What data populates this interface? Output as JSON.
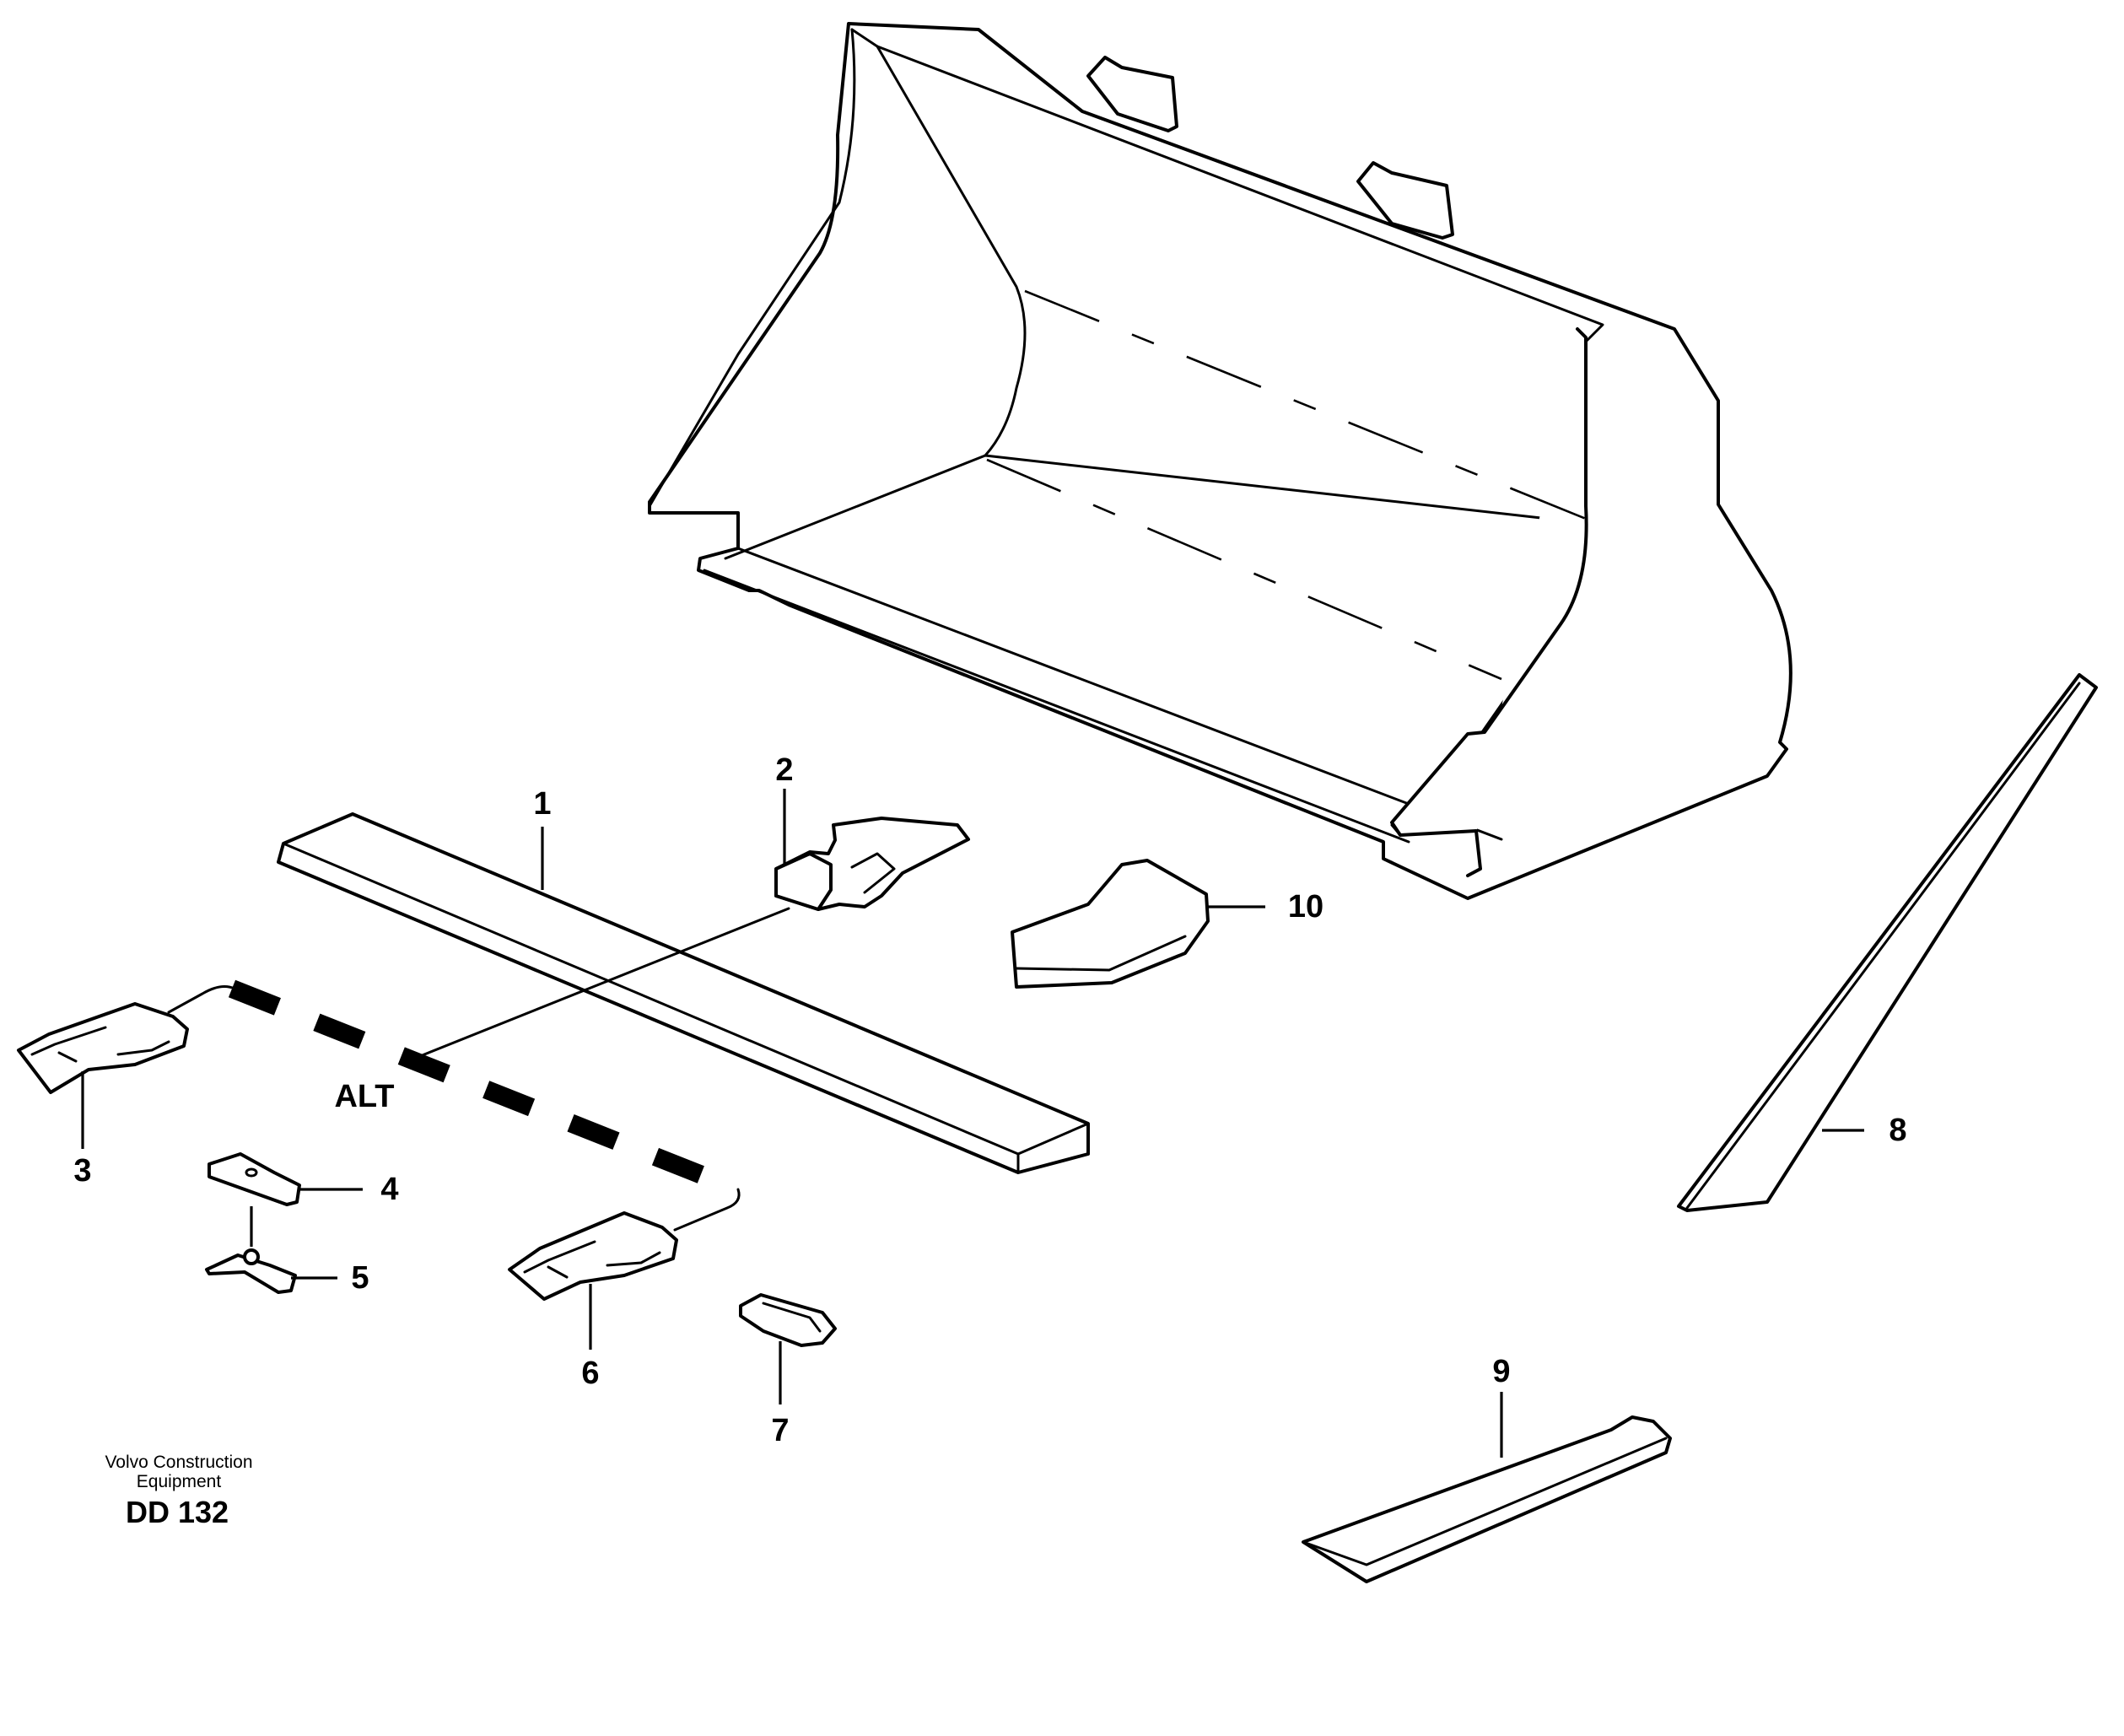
{
  "parts": [
    {
      "label": "1"
    },
    {
      "label": "2"
    },
    {
      "label": "3"
    },
    {
      "label": "4"
    },
    {
      "label": "5"
    },
    {
      "label": "6"
    },
    {
      "label": "7"
    },
    {
      "label": "8"
    },
    {
      "label": "9"
    },
    {
      "label": "10"
    }
  ],
  "alt_label": "ALT",
  "footer": {
    "company_line1": "Volvo Construction",
    "company_line2": "Equipment",
    "code": "DD 132"
  },
  "colors": {
    "line": "#000000",
    "background": "#ffffff"
  }
}
